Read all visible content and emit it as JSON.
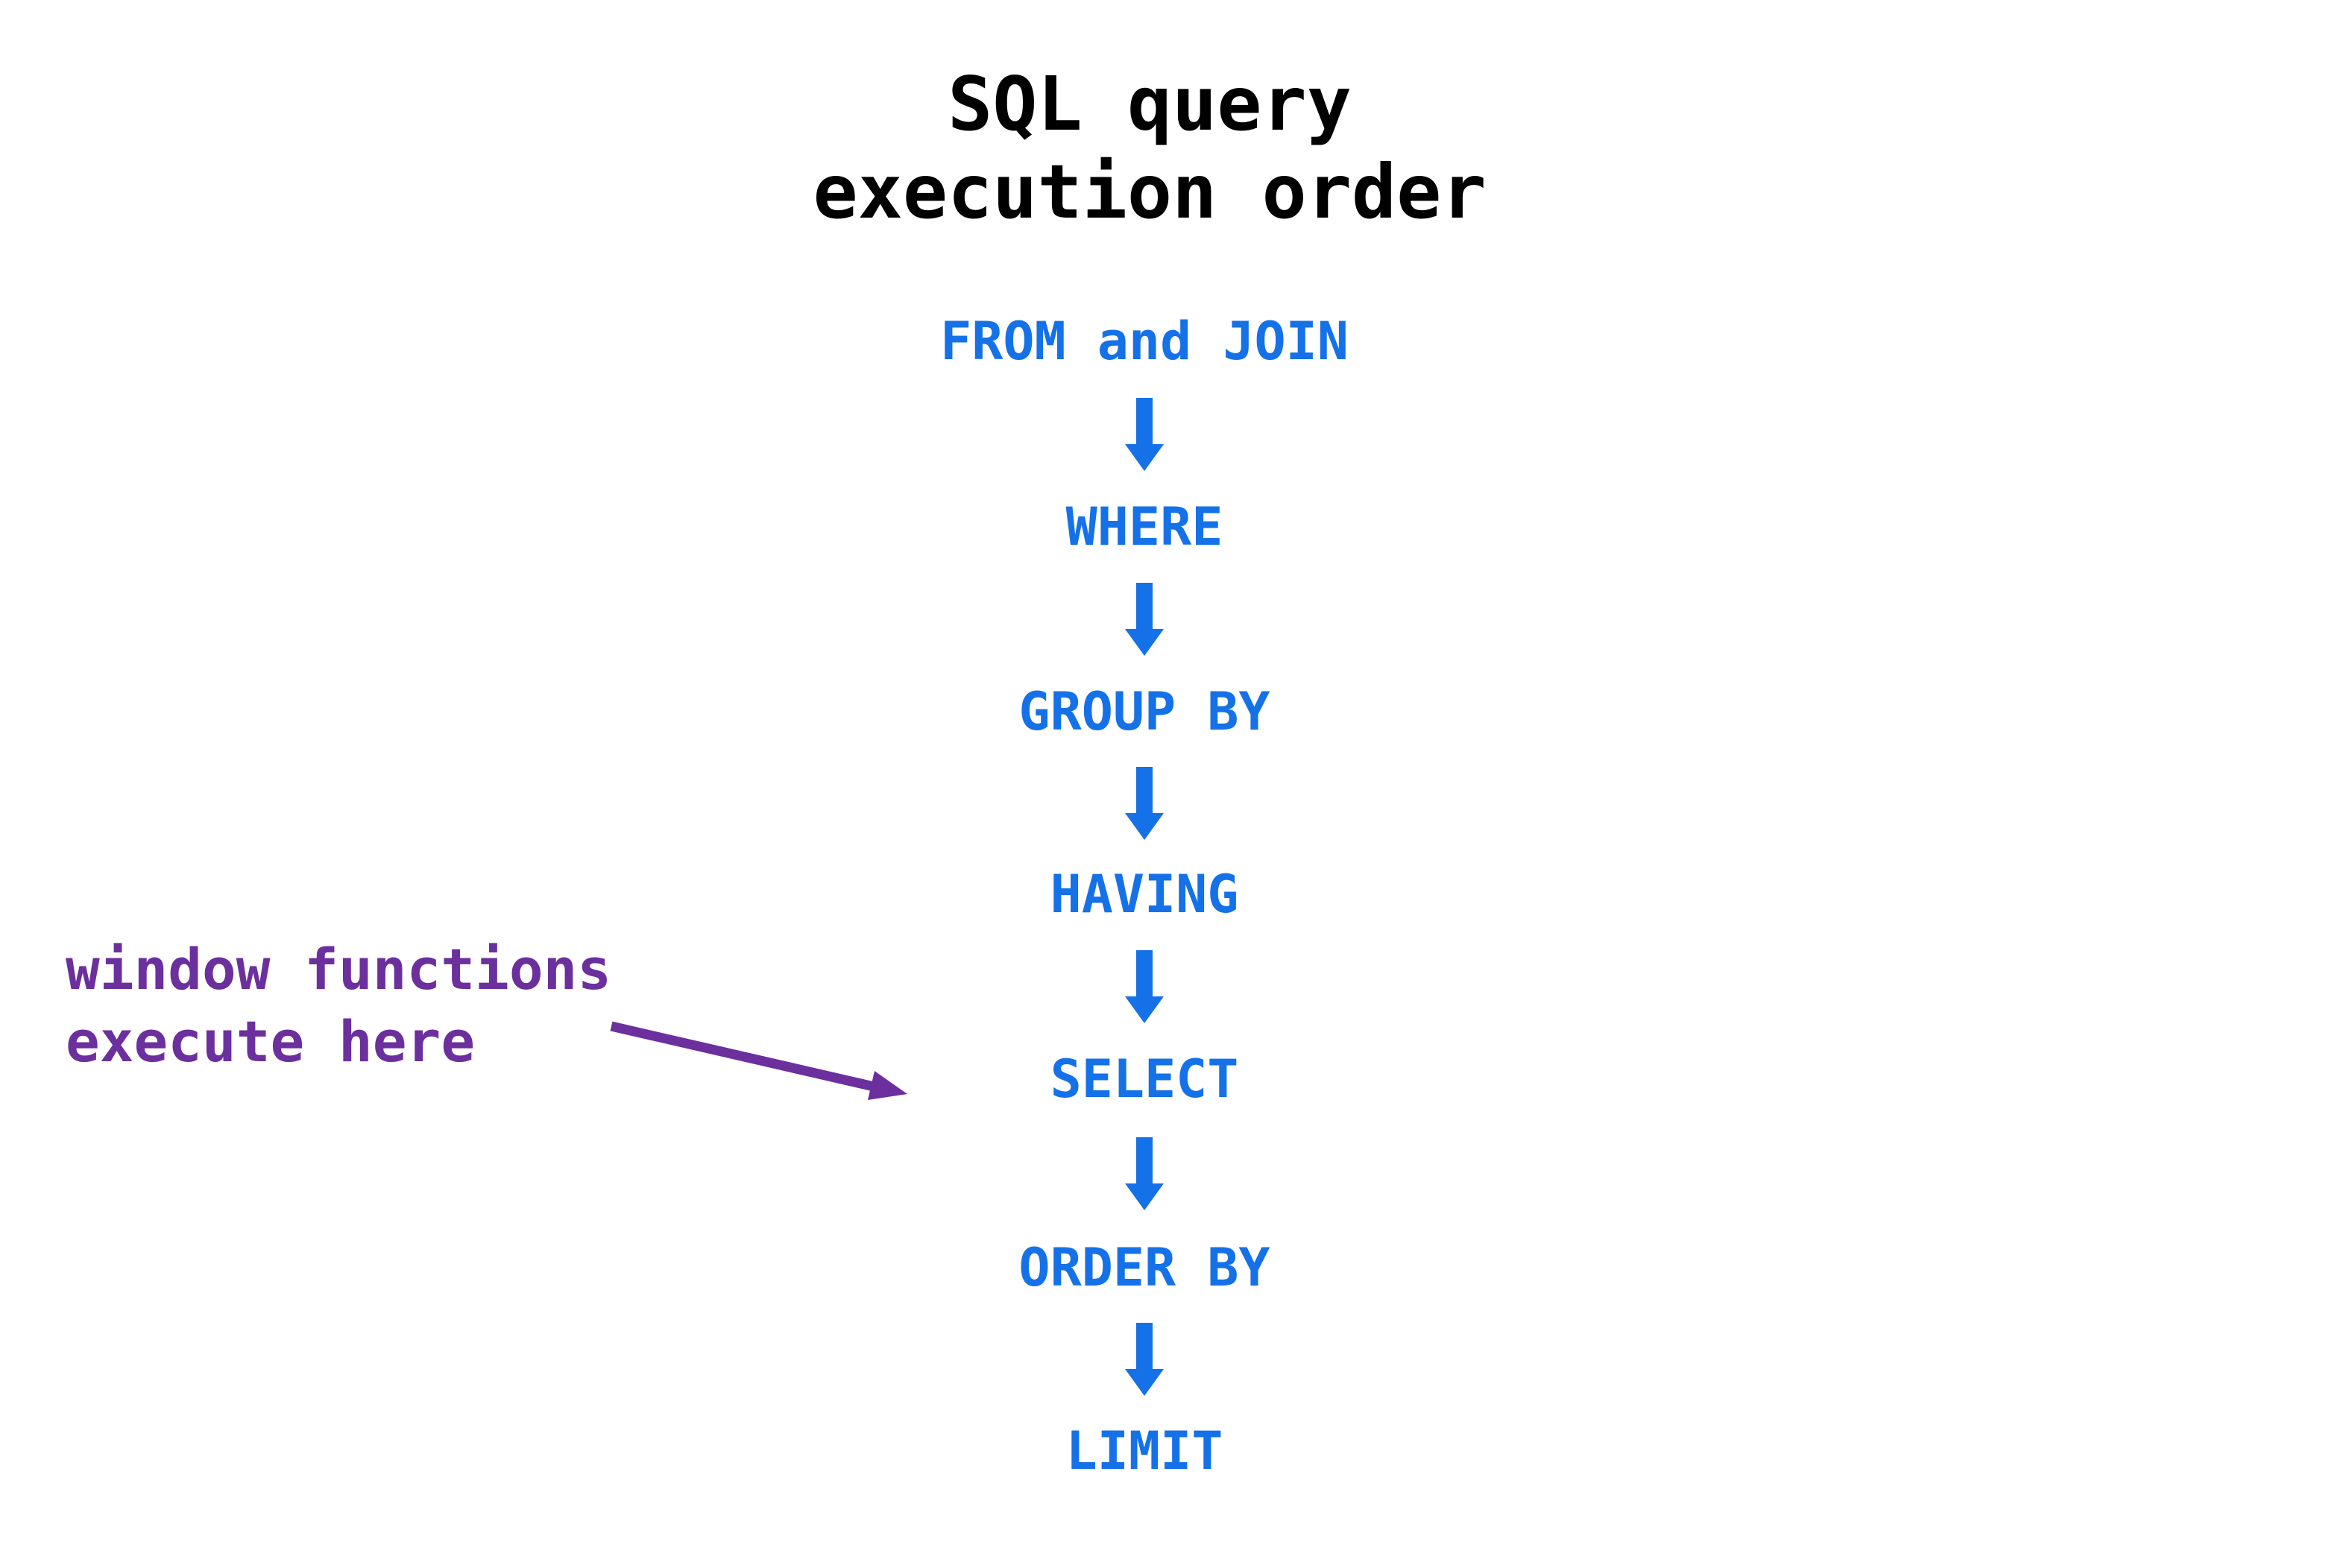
{
  "title": {
    "line1": "SQL query",
    "line2": "execution order"
  },
  "steps": [
    {
      "label": "FROM and JOIN"
    },
    {
      "label": "WHERE"
    },
    {
      "label": "GROUP BY"
    },
    {
      "label": "HAVING"
    },
    {
      "label": "SELECT"
    },
    {
      "label": "ORDER BY"
    },
    {
      "label": "LIMIT"
    }
  ],
  "annotation": {
    "line1": "window functions",
    "line2": "execute here"
  },
  "icons": {
    "flow_arrow": "down-arrow",
    "annotation_arrow": "right-down-arrow"
  },
  "colors": {
    "background": "#ffffff",
    "title": "#000000",
    "step": "#1571e8",
    "annotation": "#6c2f9e"
  }
}
